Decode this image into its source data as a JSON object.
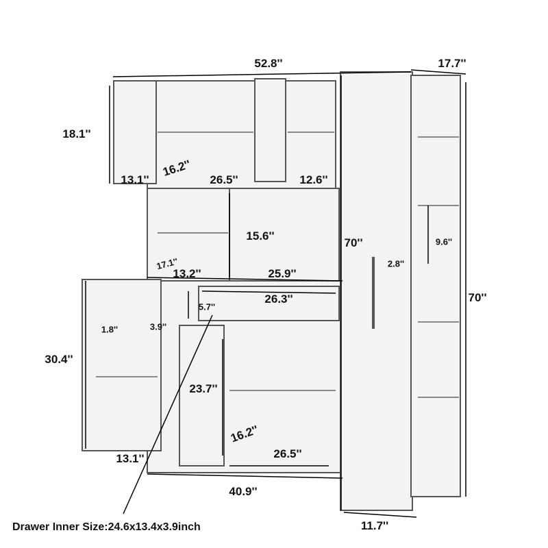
{
  "dimensions": {
    "total_width": "52.8''",
    "side_depth": "17.7''",
    "upper_height": "18.1''",
    "upper_left_depth": "13.1''",
    "upper_door_depth": "16.2''",
    "upper_width": "26.5''",
    "upper_right_width": "12.6''",
    "middle_height": "15.6''",
    "column_height": "70''",
    "side_shelf_height": "9.6''",
    "side_shelf_depth": "2.8''",
    "overall_height": "70''",
    "middle_depth": "17.1''",
    "middle_left_width": "13.2''",
    "middle_right_width": "25.9''",
    "drawer_width": "26.3''",
    "drawer_height": "5.7''",
    "door_rack_height": "1.8''",
    "door_rack_depth": "3.9''",
    "lower_height": "30.4''",
    "lower_inner_height": "23.7''",
    "lower_door_depth": "16.2''",
    "lower_width": "26.5''",
    "lower_left_depth": "13.1''",
    "base_width": "40.9''",
    "column_width": "11.7''"
  },
  "note": "Drawer Inner Size:24.6x13.4x3.9inch",
  "colors": {
    "line": "#555555",
    "text": "#111111"
  }
}
